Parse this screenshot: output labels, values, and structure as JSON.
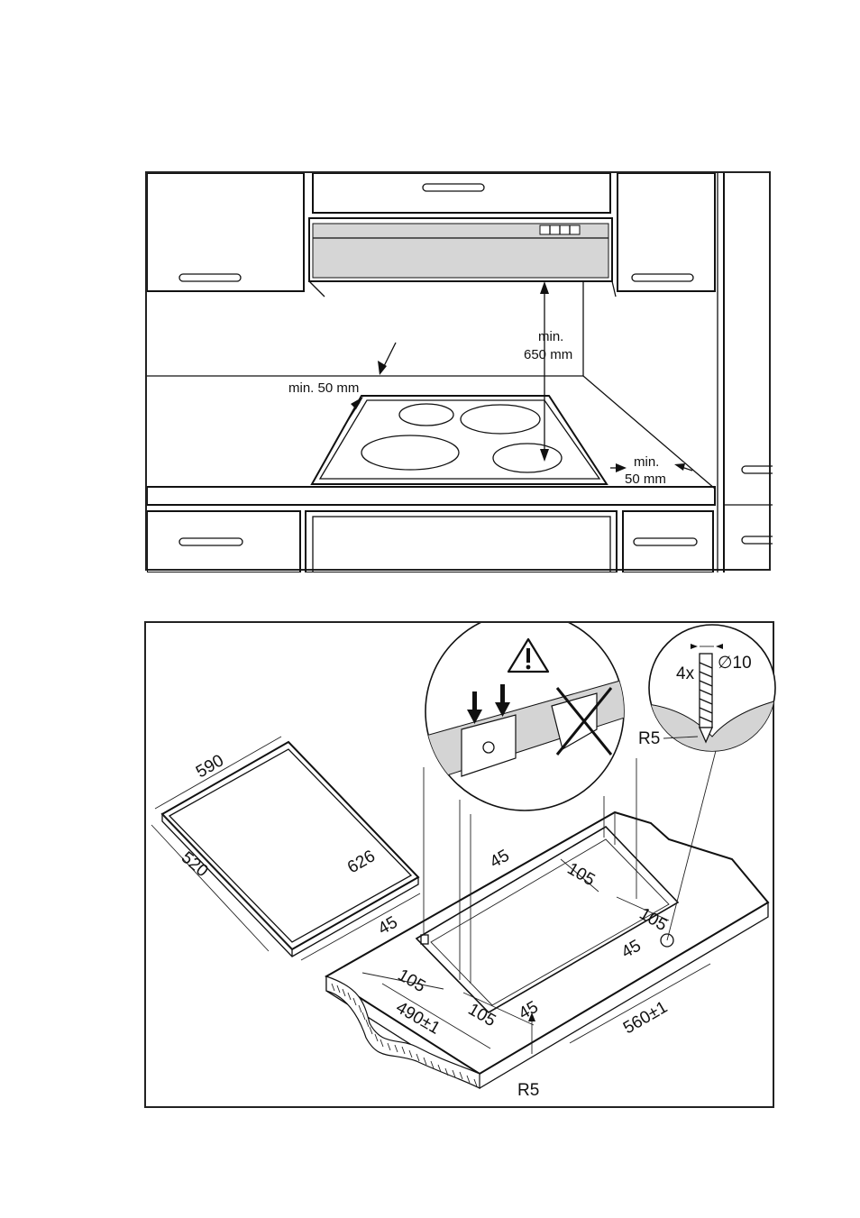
{
  "top_diagram": {
    "labels": {
      "side_clearance_left": "min. 50 mm",
      "hood_clearance_line1": "min.",
      "hood_clearance_line2": "650 mm",
      "side_clearance_right_line1": "min.",
      "side_clearance_right_line2": "50 mm"
    }
  },
  "bottom_diagram": {
    "hob_dimensions": {
      "width": "590",
      "depth": "520",
      "diagonal": "626"
    },
    "cutout_dimensions": {
      "corner_left": "45",
      "corner_top": "45",
      "corner_right": "45",
      "corner_bottom": "45",
      "clip_left_top": "105",
      "clip_left_bottom": "105",
      "clip_right_top": "105",
      "clip_right_bottom": "105",
      "depth": "490±1",
      "width": "560±1",
      "radius_bottom": "R5"
    },
    "detail_screw": {
      "quantity": "4x",
      "diameter": "∅10",
      "radius": "R5"
    },
    "icons": [
      "warning-icon",
      "screw-icon"
    ]
  }
}
